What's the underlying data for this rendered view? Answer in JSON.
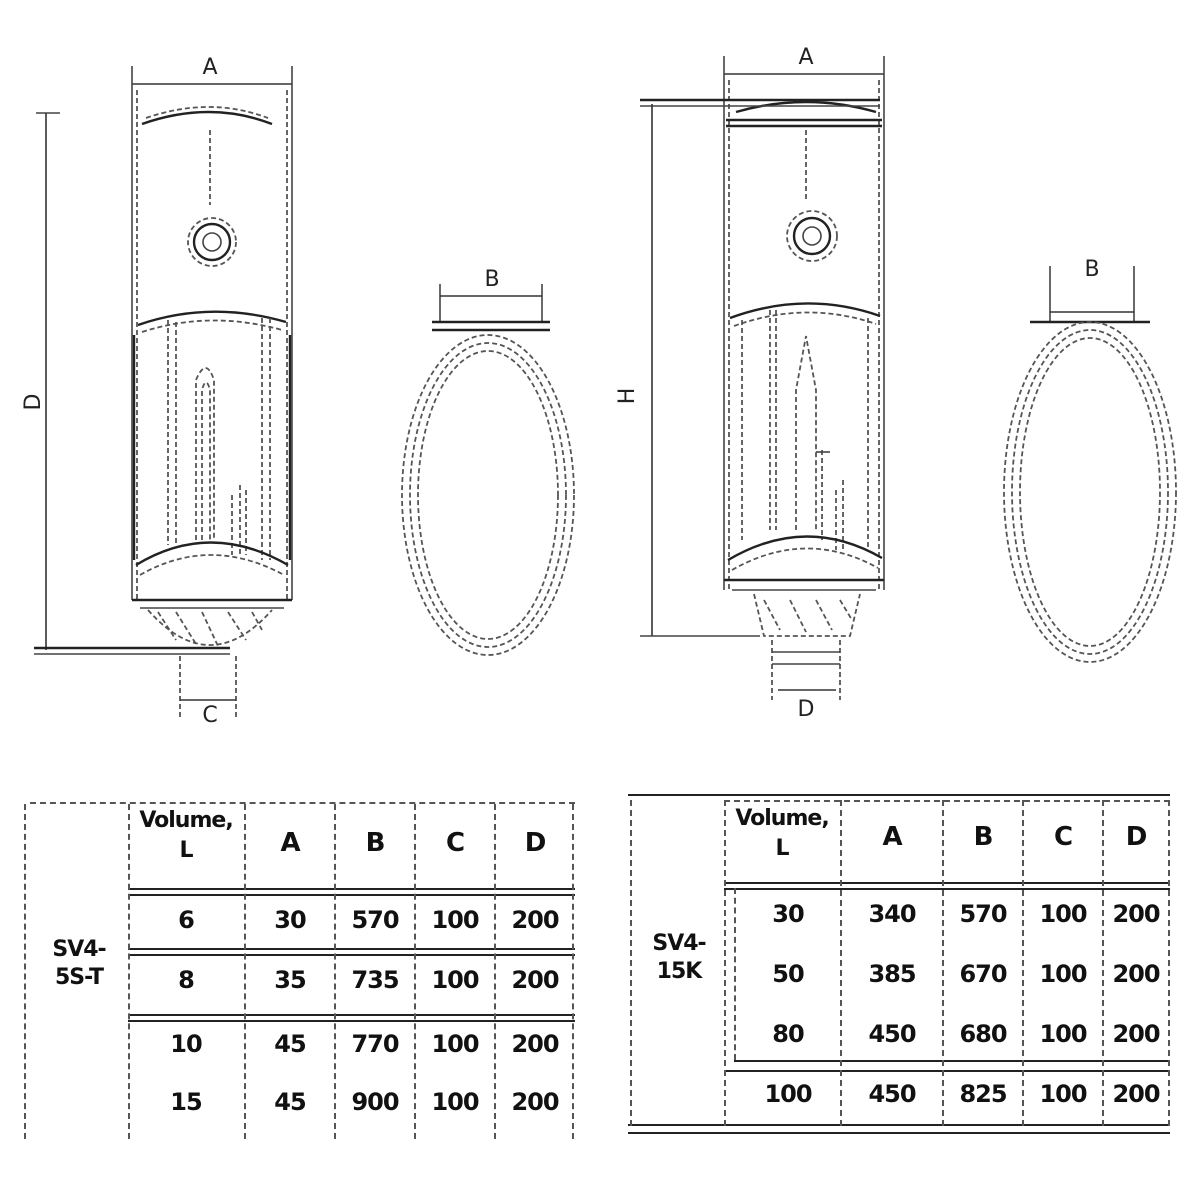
{
  "left_drawing": {
    "dim_width": "A",
    "dim_height": "D",
    "dim_base": "C",
    "dim_ring": "B"
  },
  "right_drawing": {
    "dim_width": "A",
    "dim_height": "H",
    "dim_base": "D",
    "dim_ring": "B"
  },
  "left_table": {
    "model": "SV4-5S-T",
    "headers": [
      "Volume,\nL",
      "A",
      "B",
      "C",
      "D"
    ],
    "rows": [
      [
        "6",
        "30",
        "570",
        "100",
        "200"
      ],
      [
        "8",
        "35",
        "735",
        "100",
        "200"
      ],
      [
        "10",
        "45",
        "770",
        "100",
        "200"
      ],
      [
        "15",
        "45",
        "900",
        "100",
        "200"
      ]
    ]
  },
  "right_table": {
    "model": "SV4-15K",
    "headers": [
      "Volume,\nL",
      "A",
      "B",
      "C",
      "D"
    ],
    "rows": [
      [
        "30",
        "340",
        "570",
        "100",
        "200"
      ],
      [
        "50",
        "385",
        "670",
        "100",
        "200"
      ],
      [
        "80",
        "450",
        "680",
        "100",
        "200"
      ],
      [
        "100",
        "450",
        "825",
        "100",
        "200"
      ]
    ]
  }
}
